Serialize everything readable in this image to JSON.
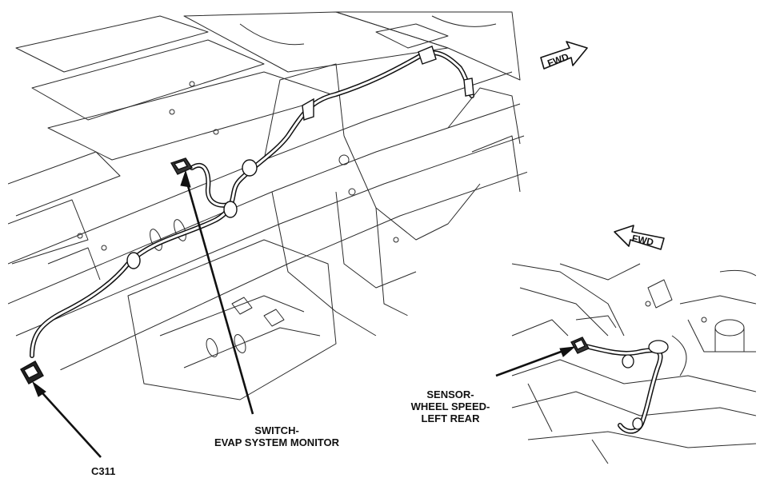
{
  "callouts": {
    "evap_switch": {
      "line1": "SWITCH-",
      "line2": "EVAP SYSTEM MONITOR"
    },
    "connector": {
      "label": "C311"
    },
    "wheel_sensor": {
      "line1": "SENSOR-",
      "line2": "WHEEL SPEED-",
      "line3": "LEFT REAR"
    }
  },
  "direction_arrows": {
    "main": "FWD",
    "inset": "FWD"
  },
  "colors": {
    "ink": "#1a1a1a",
    "paper": "#ffffff"
  }
}
